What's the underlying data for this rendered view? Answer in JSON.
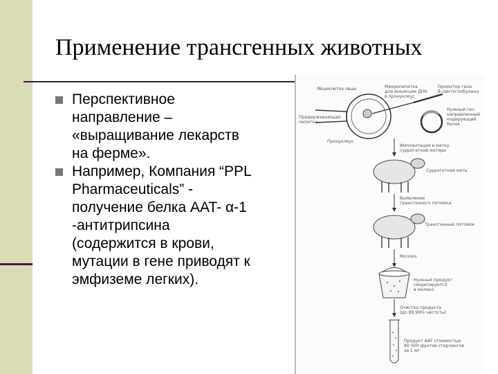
{
  "title": "Применение трансгенных животных",
  "bullets": [
    {
      "lines": [
        "Перспективное",
        "направление –",
        "«выращивание лекарств",
        "на ферме»."
      ]
    },
    {
      "lines": [
        "Например, Компания “PPL",
        "Pharmaceuticals” -",
        "получение белка AAT- α-1",
        "-антитрипсина",
        "(содержится в крови,",
        "мутации в гене приводят к",
        "эмфиземе легких)."
      ]
    }
  ],
  "figure": {
    "labels": {
      "egg": "Яйцеклетка овцы",
      "micropipette": [
        "Микропипетка",
        "для инъекции ДНК",
        "в пронуклеус"
      ],
      "promoter": [
        "Промотор гена",
        "β-лактоглобулина"
      ],
      "holding_pipette": [
        "Придерживающая",
        "пипетка"
      ],
      "gene": [
        "Нужный ген",
        "направленный",
        "кодирующий",
        "белок"
      ],
      "pronucleus": "Пронуклеус",
      "implant": [
        "Имплантация в матку",
        "суррогатной матери"
      ],
      "surrogate": "Суррогатная мать",
      "selection": [
        "Выявление",
        "трансгенного потомка"
      ],
      "offspring": "Трансгенный потомок",
      "milk": "Молоко",
      "product_in_milk": [
        "Нужный продукт",
        "секретируется",
        "в молоко"
      ],
      "purify": [
        "Очистка продукта",
        "(до 99,99% чистоты)"
      ],
      "cost": [
        "Продукт AAT стоимостью",
        "80 000 фунтов стерлингов",
        "за 1 мг"
      ]
    }
  }
}
